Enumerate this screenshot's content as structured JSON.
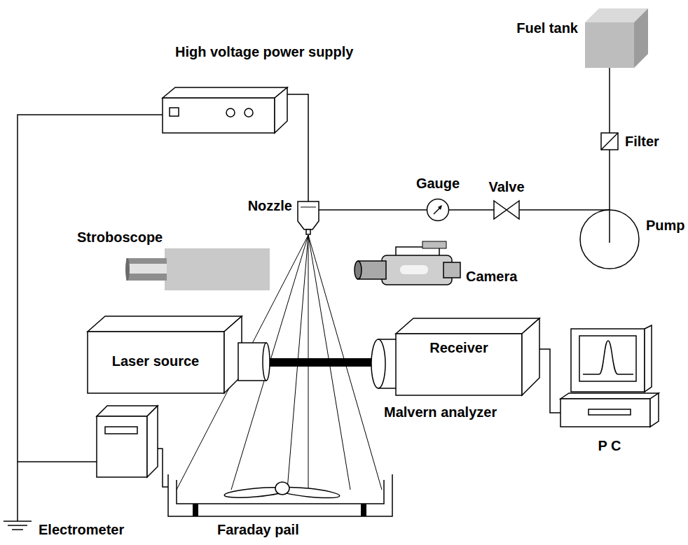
{
  "diagram": {
    "nodes": [
      {
        "text": [
          "High voltage power supply"
        ]
      },
      {
        "text": [
          "Fuel tank"
        ]
      },
      {
        "text": [
          "Gauge"
        ]
      },
      {
        "text": [
          "Valve"
        ]
      },
      {
        "text": [
          "Filter"
        ]
      },
      {
        "text": [
          "Nozzle"
        ]
      },
      {
        "text": [
          "Pump"
        ]
      },
      {
        "text": [
          "Stroboscope"
        ]
      },
      {
        "text": [
          "Camera"
        ]
      },
      {
        "text": [
          "Laser source"
        ]
      },
      {
        "text": [
          "Receiver",
          "Malvern analyzer"
        ]
      },
      {
        "text": [
          "P C"
        ]
      },
      {
        "text": [
          "Electrometer"
        ]
      },
      {
        "text": [
          "Faraday pail"
        ]
      }
    ],
    "edges": [
      {
        "from": 0,
        "to": 5,
        "arrow": "none"
      },
      {
        "from": 0,
        "to": 12,
        "arrow": "none"
      },
      {
        "from": 1,
        "to": 4,
        "arrow": "none"
      },
      {
        "from": 4,
        "to": 6,
        "arrow": "none"
      },
      {
        "from": 6,
        "to": 3,
        "arrow": "none"
      },
      {
        "from": 3,
        "to": 2,
        "arrow": "none"
      },
      {
        "from": 2,
        "to": 5,
        "arrow": "none"
      },
      {
        "from": 9,
        "to": 10,
        "arrow": "none"
      },
      {
        "from": 10,
        "to": 11,
        "arrow": "none"
      },
      {
        "from": 12,
        "to": 13,
        "arrow": "none"
      }
    ]
  }
}
